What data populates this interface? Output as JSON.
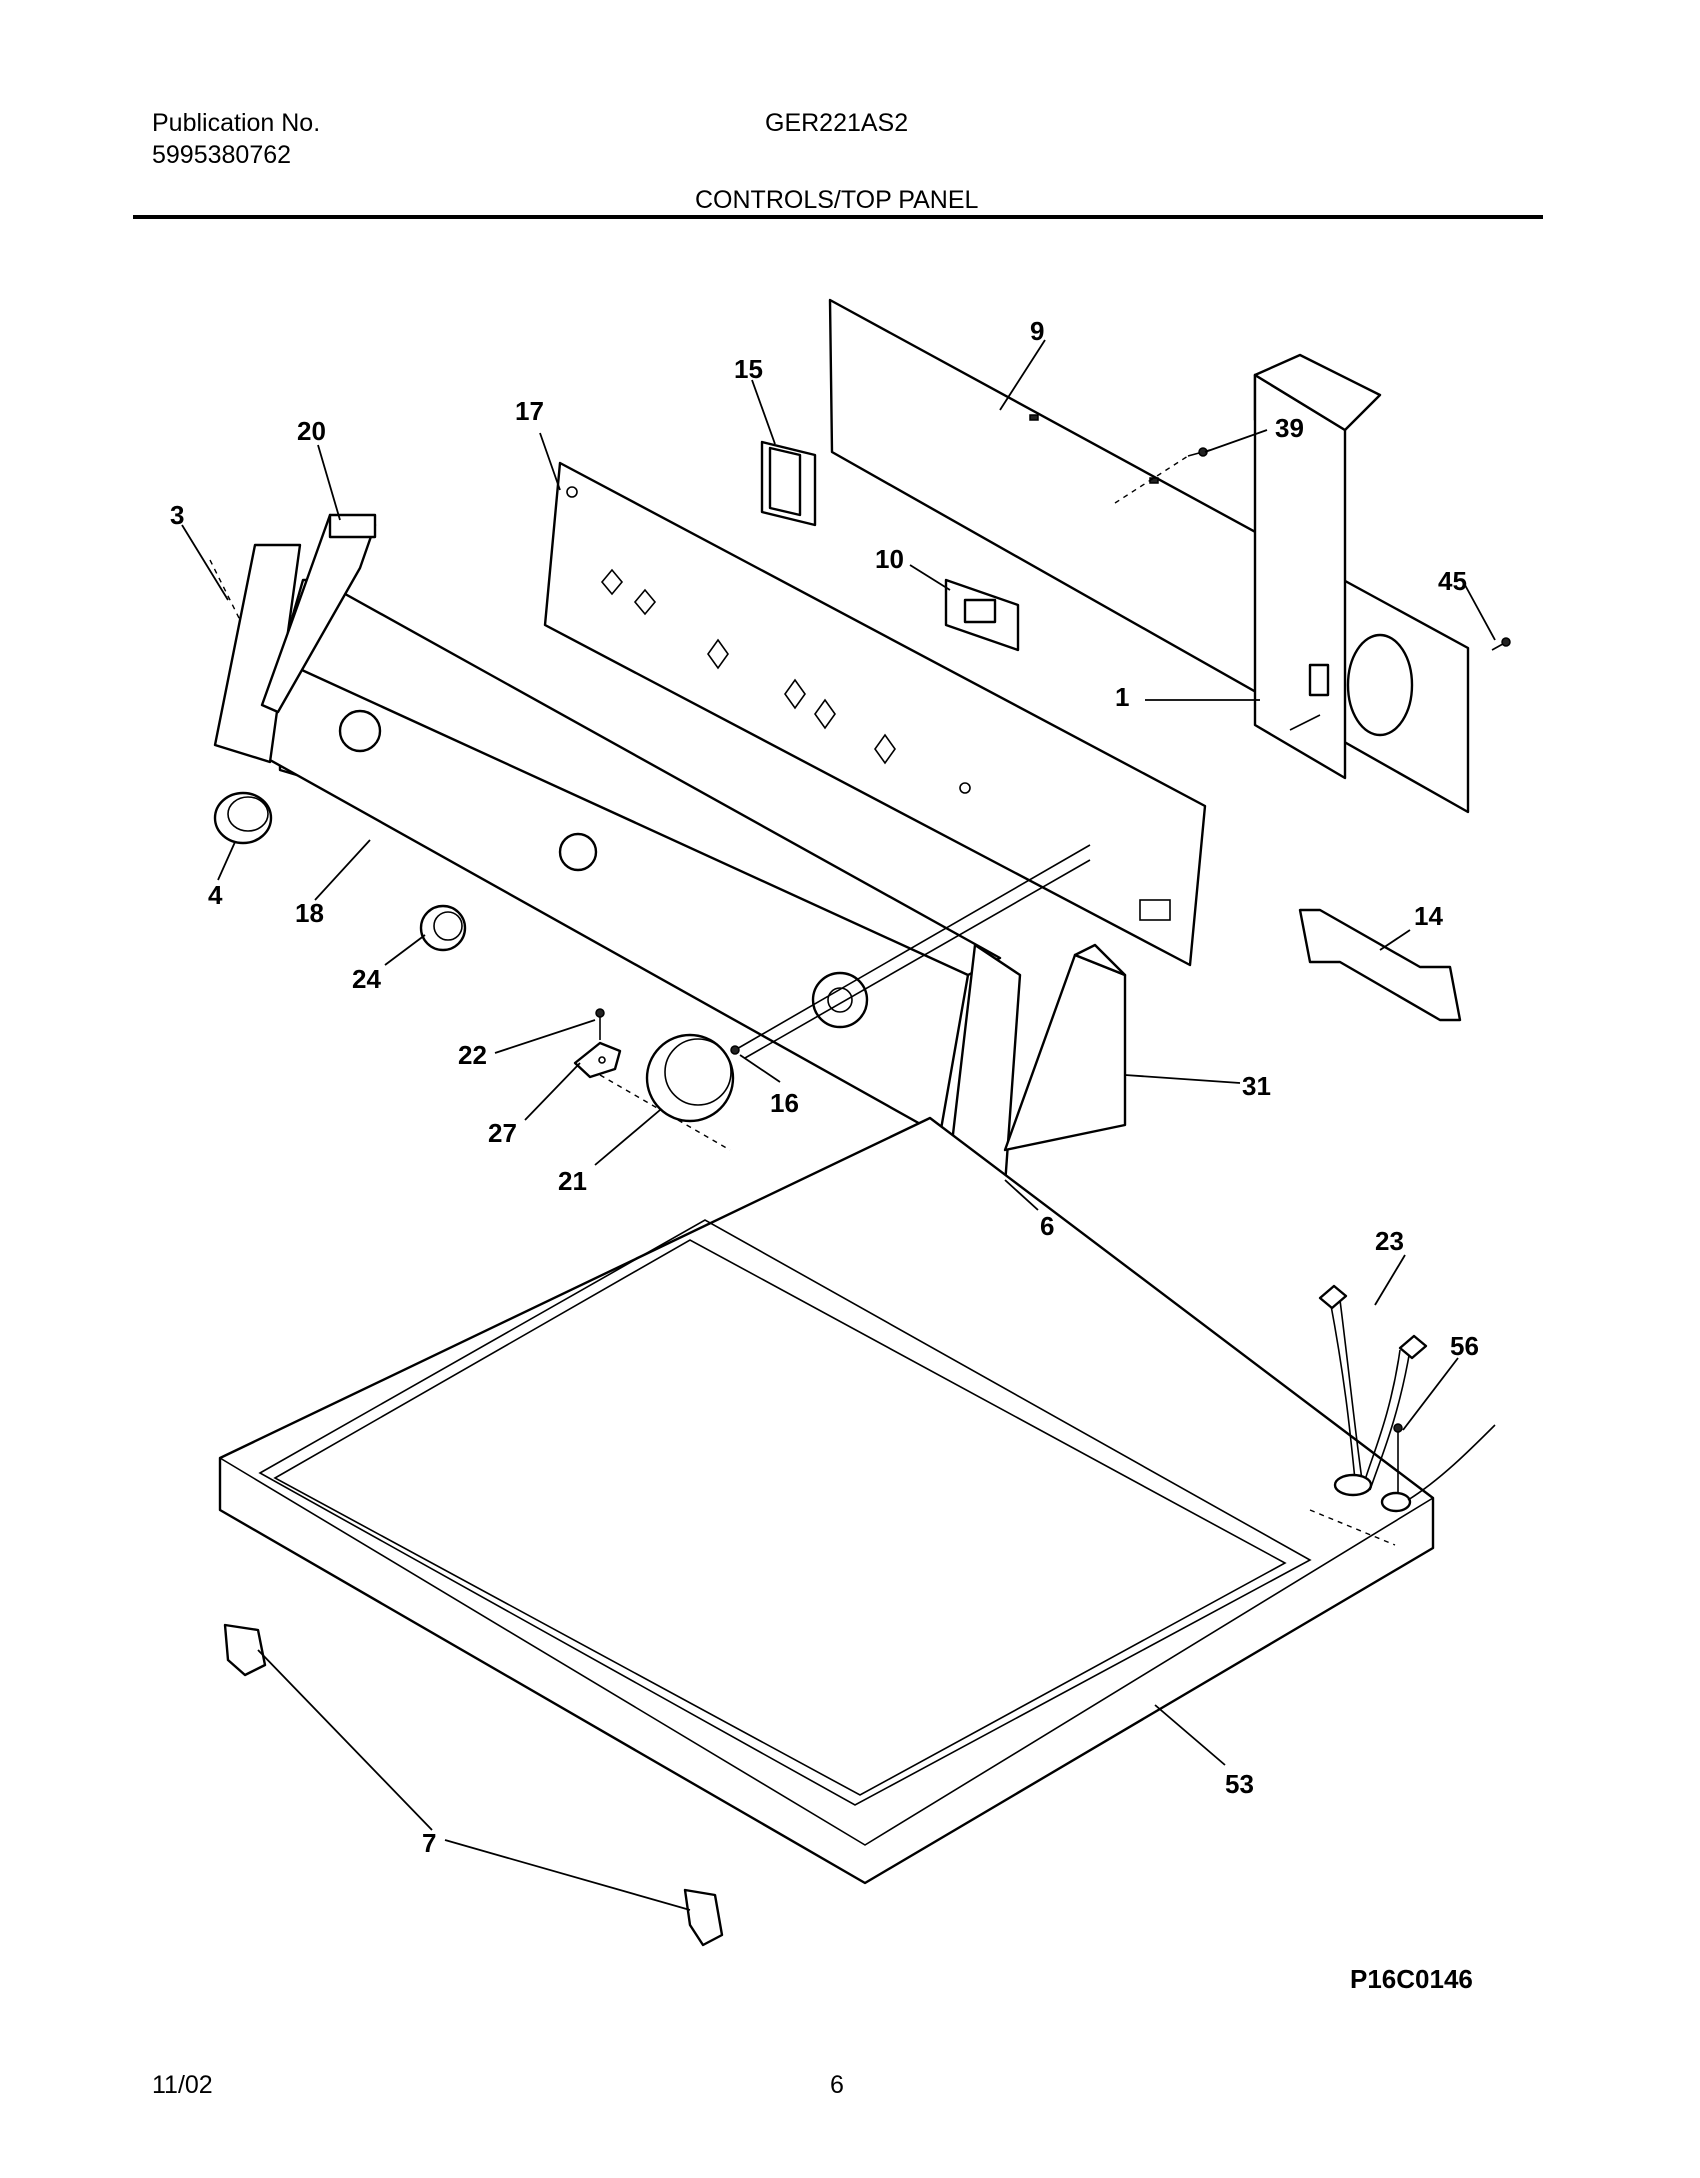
{
  "header": {
    "publication_label": "Publication No.",
    "publication_number": "5995380762",
    "model": "GER221AS2",
    "section_title": "CONTROLS/TOP PANEL"
  },
  "figure_code": "P16C0146",
  "footer": {
    "date": "11/02",
    "page_number": "6"
  },
  "callouts": {
    "c1": "1",
    "c3": "3",
    "c4": "4",
    "c6": "6",
    "c7": "7",
    "c9": "9",
    "c10": "10",
    "c14": "14",
    "c15": "15",
    "c16": "16",
    "c17": "17",
    "c18": "18",
    "c20": "20",
    "c21": "21",
    "c22": "22",
    "c23": "23",
    "c24": "24",
    "c27": "27",
    "c31": "31",
    "c39": "39",
    "c45": "45",
    "c53": "53",
    "c56": "56"
  }
}
